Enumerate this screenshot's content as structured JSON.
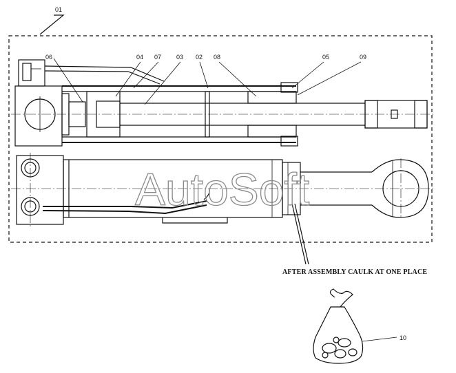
{
  "assembly_label": "01",
  "callouts": [
    "06",
    "04",
    "07",
    "03",
    "02",
    "08",
    "05",
    "09"
  ],
  "note": "AFTER ASSEMBLY CAULK AT ONE PLACE",
  "kit_label": "10",
  "watermark": "AutoSoft"
}
